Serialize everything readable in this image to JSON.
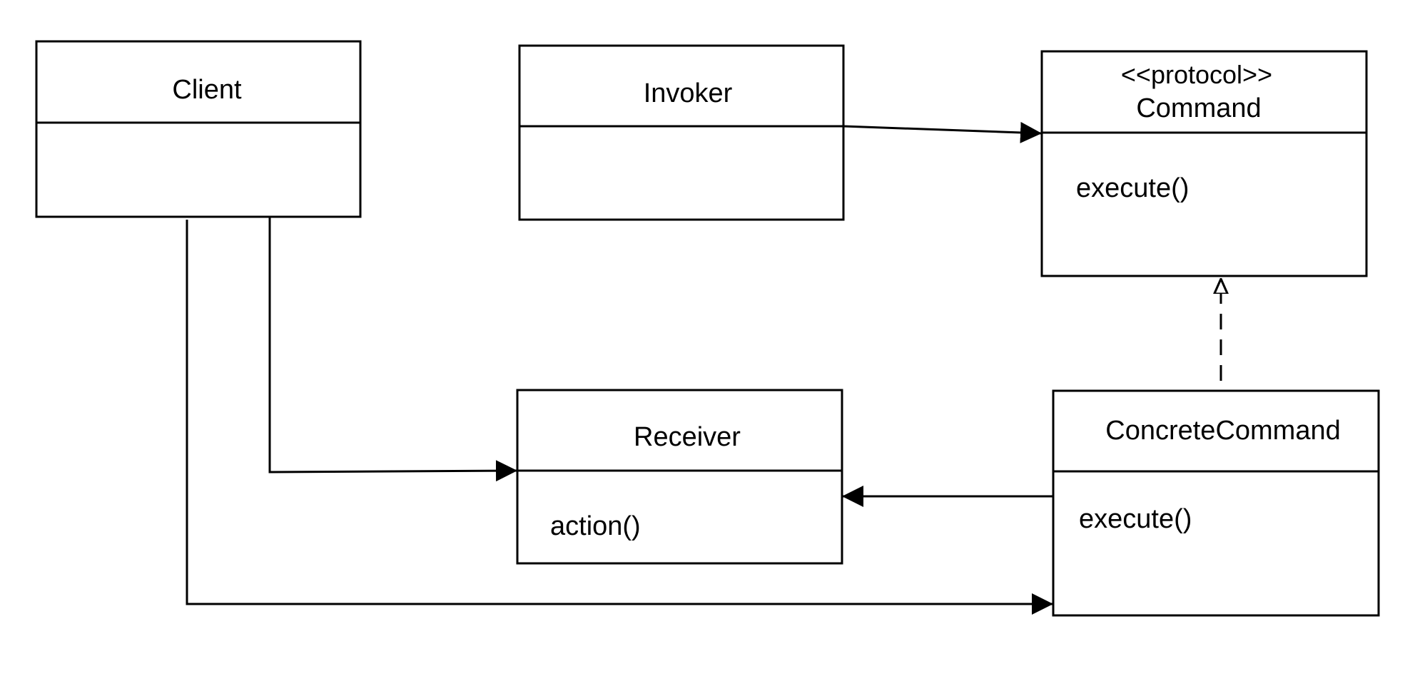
{
  "classes": {
    "client": {
      "name": "Client"
    },
    "invoker": {
      "name": "Invoker"
    },
    "command": {
      "stereotype": "<<protocol>>",
      "name": "Command",
      "methods": [
        "execute()"
      ]
    },
    "receiver": {
      "name": "Receiver",
      "methods": [
        "action()"
      ]
    },
    "concrete_command": {
      "name": "ConcreteCommand",
      "methods": [
        "execute()"
      ]
    }
  },
  "relationships": [
    {
      "from": "Invoker",
      "to": "Command",
      "type": "association"
    },
    {
      "from": "ConcreteCommand",
      "to": "Command",
      "type": "realization"
    },
    {
      "from": "ConcreteCommand",
      "to": "Receiver",
      "type": "association"
    },
    {
      "from": "Client",
      "to": "Receiver",
      "type": "association"
    },
    {
      "from": "Client",
      "to": "ConcreteCommand",
      "type": "association"
    }
  ],
  "colors": {
    "line": "#000000",
    "background": "#ffffff"
  }
}
